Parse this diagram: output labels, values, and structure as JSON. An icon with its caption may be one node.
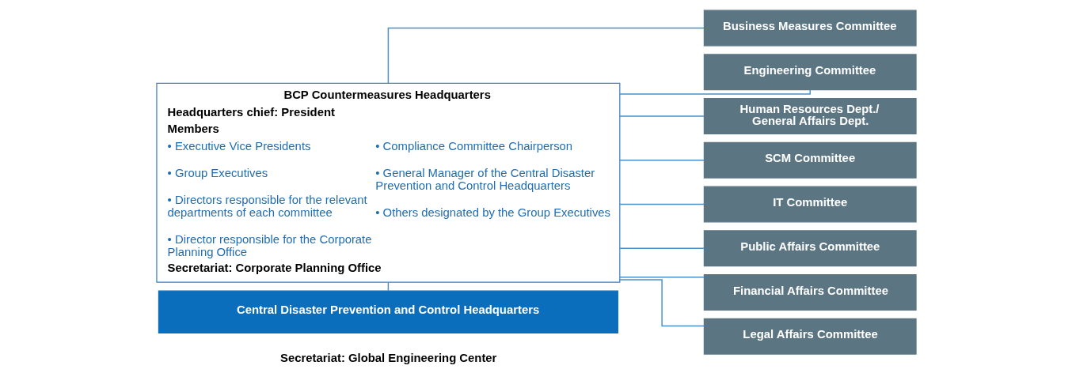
{
  "diagram": {
    "nodes": [
      {
        "text": [
          "BCP Countermeasures Headquarters",
          "Headquarters chief: President",
          "Members",
          "• Executive Vice Presidents",
          "• Group Executives",
          "• Directors responsible for the relevant departments of each committee",
          "• Director responsible for the Corporate Planning Office",
          "• Compliance Committee Chairperson",
          "• General Manager of the Central Disaster Prevention and Control Headquarters",
          "• Others designated by the Group Executives",
          "Secretariat: Corporate Planning Office"
        ]
      },
      {
        "text": [
          "Central Disaster Prevention and Control Headquarters"
        ],
        "beside": [
          "Secretariat: Global Engineering Center"
        ]
      },
      {
        "text": [
          "Business Measures Committee"
        ]
      },
      {
        "text": [
          "Engineering Committee"
        ]
      },
      {
        "text": [
          "Human Resources Dept./ General Affairs Dept."
        ]
      },
      {
        "text": [
          "SCM Committee"
        ]
      },
      {
        "text": [
          "IT Committee"
        ]
      },
      {
        "text": [
          "Public Affairs Committee"
        ]
      },
      {
        "text": [
          "Financial Affairs Committee"
        ]
      },
      {
        "text": [
          "Legal Affairs Committee"
        ]
      }
    ],
    "edges": [
      {
        "from": 0,
        "to": 1,
        "arrow": "none"
      },
      {
        "from": 0,
        "to": 2,
        "arrow": "none"
      },
      {
        "from": 0,
        "to": 3,
        "arrow": "none"
      },
      {
        "from": 0,
        "to": 4,
        "arrow": "none"
      },
      {
        "from": 0,
        "to": 5,
        "arrow": "none"
      },
      {
        "from": 0,
        "to": 6,
        "arrow": "none"
      },
      {
        "from": 0,
        "to": 7,
        "arrow": "none"
      },
      {
        "from": 0,
        "to": 8,
        "arrow": "none"
      },
      {
        "from": 0,
        "to": 9,
        "arrow": "none"
      }
    ]
  }
}
